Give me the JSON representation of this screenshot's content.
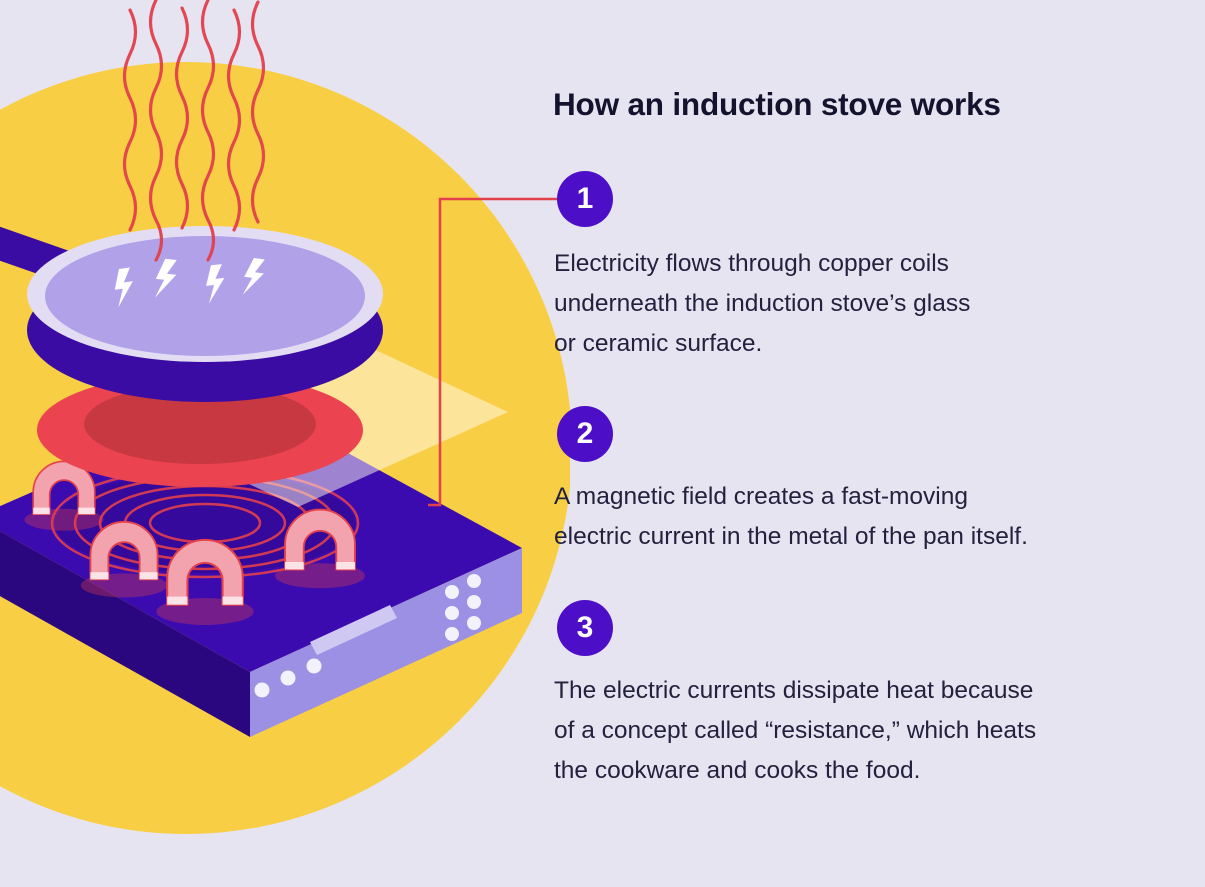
{
  "title": "How an induction stove works",
  "steps": [
    {
      "number": "1",
      "lines": [
        "Electricity flows through copper coils",
        "underneath the induction stove’s glass",
        "or ceramic surface."
      ]
    },
    {
      "number": "2",
      "lines": [
        "A magnetic field creates a fast-moving",
        "electric current in the metal of the pan itself."
      ]
    },
    {
      "number": "3",
      "lines": [
        "The electric currents dissipate heat because",
        "of a concept called “resistance,” which heats",
        "the cookware and cooks the food."
      ]
    }
  ],
  "colors": {
    "background": "#E7E4F1",
    "circle_yellow": "#F8CE45",
    "badge_purple": "#4D0EC8",
    "accent_red": "#E2404B",
    "stove_top_purple": "#3C0BB0",
    "stove_side_light": "#9B90E4",
    "stove_front_dark": "#2A077E",
    "pan_interior": "#B0A1E9",
    "magnet_pink": "#F2A3AE",
    "text": "#23213D"
  }
}
